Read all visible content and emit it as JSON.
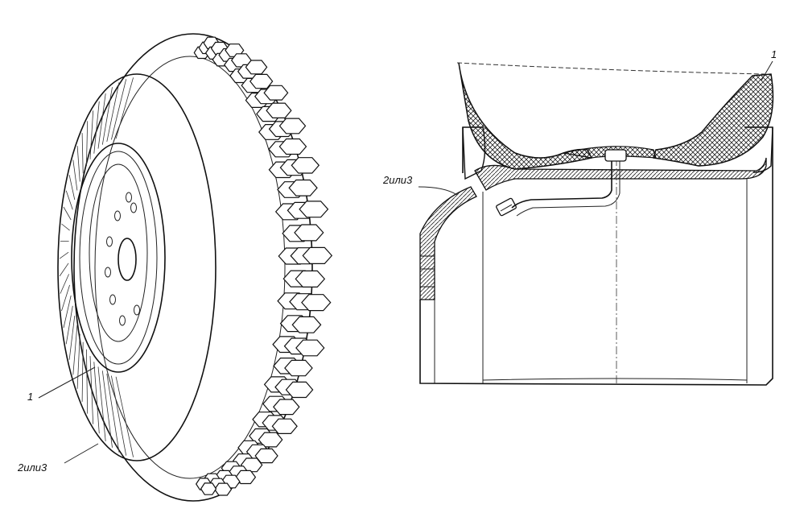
{
  "figure": {
    "left_view": {
      "callouts": [
        {
          "id": "rim",
          "text": "1"
        },
        {
          "id": "tire",
          "text": "2или3"
        }
      ]
    },
    "right_view": {
      "callouts": [
        {
          "id": "rim",
          "text": "1"
        },
        {
          "id": "tire",
          "text": "2или3"
        }
      ]
    }
  }
}
